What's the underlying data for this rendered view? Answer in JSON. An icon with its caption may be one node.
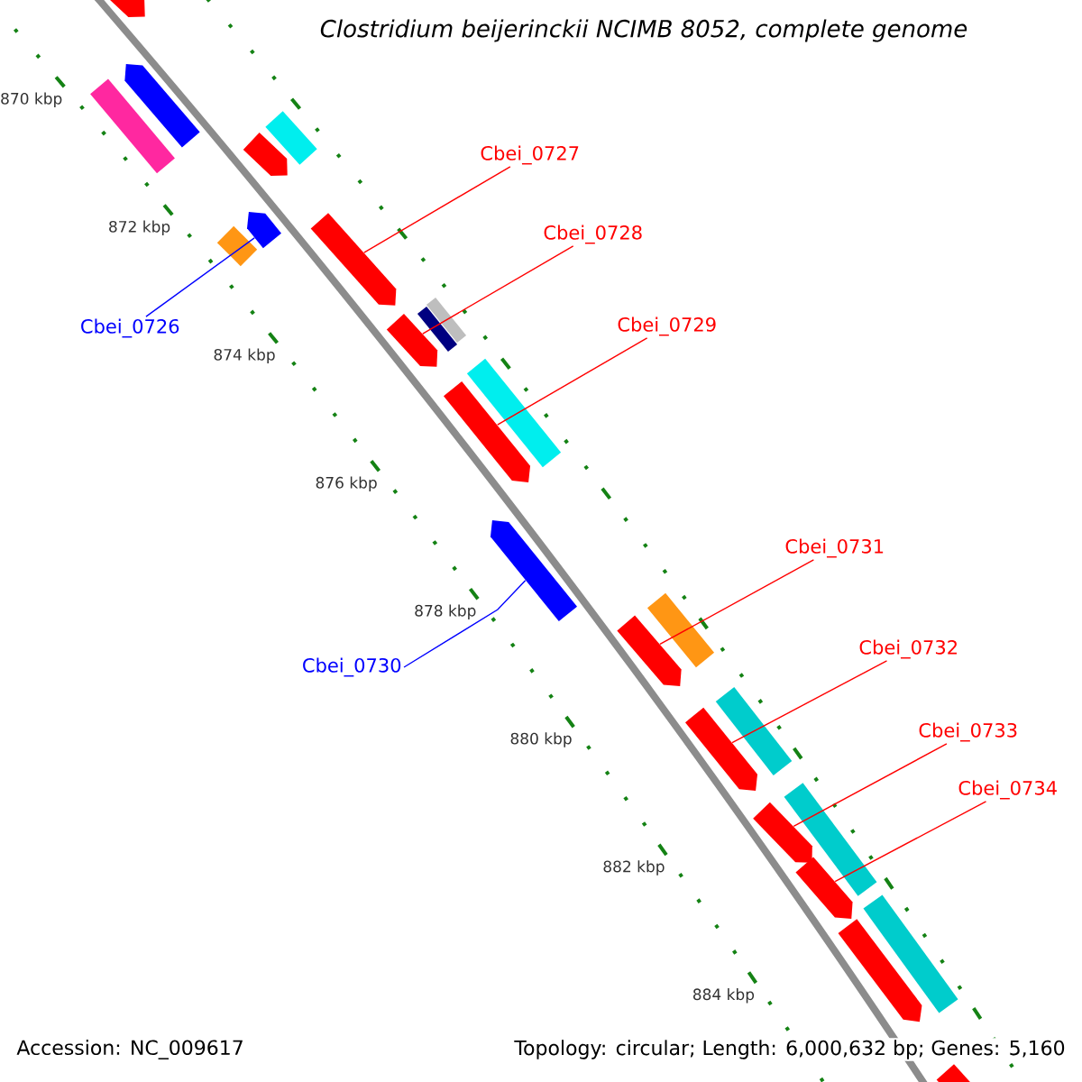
{
  "diagram": {
    "title": "*Clostridium beijerinckii* NCIMB 8052, complete genome",
    "nodes": [
      {
        "text": [
          "Cbei_0726"
        ]
      },
      {
        "text": [
          "Cbei_0727"
        ]
      },
      {
        "text": [
          "Cbei_0728"
        ]
      },
      {
        "text": [
          "Cbei_0729"
        ]
      },
      {
        "text": [
          "Cbei_0730"
        ]
      },
      {
        "text": [
          "Cbei_0731"
        ]
      },
      {
        "text": [
          "Cbei_0732"
        ]
      },
      {
        "text": [
          "Cbei_0733"
        ]
      },
      {
        "text": [
          "Cbei_0734"
        ]
      },
      {
        "text": [],
        "shape": "bar"
      },
      {
        "text": [],
        "shape": "bar"
      },
      {
        "text": [],
        "shape": "box"
      },
      {
        "text": [],
        "shape": "box"
      },
      {
        "text": [],
        "shape": "bar"
      },
      {
        "text": [],
        "shape": "bar"
      },
      {
        "text": [],
        "shape": "box"
      },
      {
        "text": [],
        "shape": "bar"
      },
      {
        "text": [],
        "shape": "box"
      },
      {
        "text": [],
        "shape": "box"
      },
      {
        "text": [],
        "shape": "bar"
      },
      {
        "text": [],
        "shape": "box"
      },
      {
        "text": [],
        "shape": "bar"
      },
      {
        "text": [],
        "shape": "bar"
      },
      {
        "text": [],
        "shape": "box"
      },
      {
        "text": [],
        "shape": "bar"
      },
      {
        "text": [],
        "shape": "box"
      },
      {
        "text": [],
        "shape": "bar"
      },
      {
        "text": [],
        "shape": "bar"
      },
      {
        "text": [],
        "shape": "box"
      },
      {
        "text": [],
        "shape": "bar"
      },
      {
        "text": [],
        "shape": "box"
      },
      {
        "text": [],
        "shape": "bar"
      },
      {
        "text": [],
        "shape": "bar"
      }
    ],
    "edges": [
      {
        "from": 0,
        "to": 14,
        "arrow": "none",
        "color": "#0000ff"
      },
      {
        "from": 1,
        "to": 16,
        "arrow": "none"
      },
      {
        "from": 2,
        "to": 19,
        "arrow": "none"
      },
      {
        "from": 3,
        "to": 21,
        "arrow": "none"
      },
      {
        "from": 4,
        "to": 22,
        "arrow": "none",
        "color": "#0000ff"
      },
      {
        "from": 5,
        "to": 24,
        "arrow": "none"
      },
      {
        "from": 6,
        "to": 26,
        "arrow": "none"
      },
      {
        "from": 7,
        "to": 27,
        "arrow": "none"
      },
      {
        "from": 8,
        "to": 29,
        "arrow": "none"
      }
    ],
    "labels": [
      "870 kbp",
      "872 kbp",
      "874 kbp",
      "876 kbp",
      "878 kbp",
      "880 kbp",
      "882 kbp",
      "884 kbp",
      "Accession: NC_009617",
      "Topology: circular; Length: 6,000,632 bp; Genes: 5,160"
    ]
  }
}
